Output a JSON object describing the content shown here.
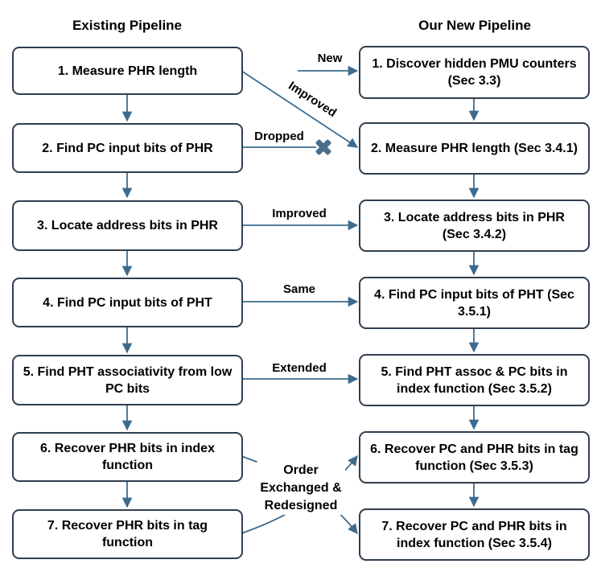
{
  "titles": {
    "left": "Existing Pipeline",
    "right": "Our New Pipeline"
  },
  "existing_steps": [
    {
      "id": "e1",
      "text": "1. Measure PHR length"
    },
    {
      "id": "e2",
      "text": "2. Find PC input bits of PHR"
    },
    {
      "id": "e3",
      "text": "3. Locate address bits in PHR"
    },
    {
      "id": "e4",
      "text": "4. Find PC input bits of PHT"
    },
    {
      "id": "e5",
      "text": "5. Find PHT associativity from low PC bits"
    },
    {
      "id": "e6",
      "text": "6. Recover PHR bits in index function"
    },
    {
      "id": "e7",
      "text": "7. Recover PHR bits in tag function"
    }
  ],
  "new_steps": [
    {
      "id": "n1",
      "text": "1. Discover hidden PMU counters (Sec 3.3)"
    },
    {
      "id": "n2",
      "text": "2. Measure PHR length (Sec 3.4.1)"
    },
    {
      "id": "n3",
      "text": "3. Locate address bits in PHR (Sec 3.4.2)"
    },
    {
      "id": "n4",
      "text": "4. Find PC input bits of PHT (Sec 3.5.1)"
    },
    {
      "id": "n5",
      "text": "5. Find PHT assoc & PC bits in index function (Sec 3.5.2)"
    },
    {
      "id": "n6",
      "text": "6. Recover PC and PHR bits in tag function (Sec 3.5.3)"
    },
    {
      "id": "n7",
      "text": "7. Recover PC and PHR bits in index function (Sec 3.5.4)"
    }
  ],
  "relations": {
    "new": "New",
    "improved_diag": "Improved",
    "dropped": "Dropped",
    "improved": "Improved",
    "same": "Same",
    "extended": "Extended",
    "order_exchanged": "Order Exchanged & Redesigned"
  },
  "colors": {
    "box_border": "#2f3e4f",
    "arrow": "#3d6b8e",
    "x_mark": "#4a6e8c"
  }
}
